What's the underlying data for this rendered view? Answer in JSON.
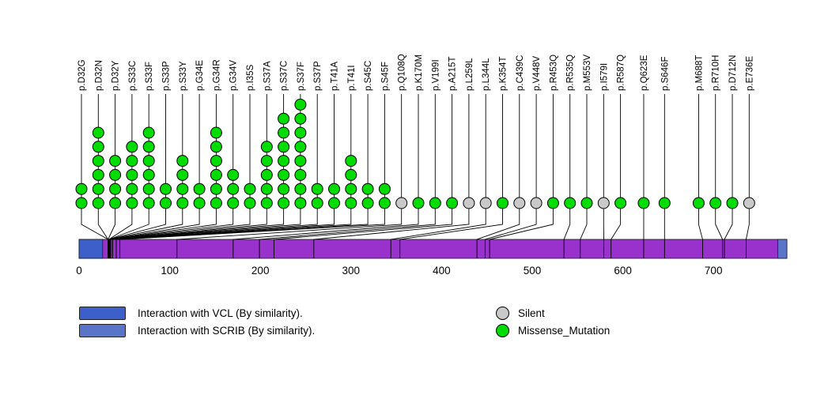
{
  "chart_data": {
    "type": "lollipop",
    "title": "",
    "xlabel": "",
    "protein_length": 781,
    "xlim": [
      0,
      781
    ],
    "xticks": [
      0,
      100,
      200,
      300,
      400,
      500,
      600,
      700
    ],
    "backbone_color": "#9932cc",
    "mutation_colors": {
      "Missense_Mutation": "#00dc00",
      "Silent": "#c9c9c9"
    },
    "legend_types": [
      {
        "label": "Silent",
        "color": "#c9c9c9"
      },
      {
        "label": "Missense_Mutation",
        "color": "#00dc00"
      }
    ],
    "domains": [
      {
        "name": "Interaction with VCL (By similarity).",
        "start": 0,
        "end": 26,
        "color": "#3c5fc9"
      },
      {
        "name": "Interaction with SCRIB (By similarity).",
        "start": 771,
        "end": 781,
        "color": "#5a74c9"
      }
    ],
    "mutations": [
      {
        "label": "p.D32G",
        "pos": 32,
        "count": 2,
        "type": "Missense_Mutation"
      },
      {
        "label": "p.D32N",
        "pos": 32,
        "count": 6,
        "type": "Missense_Mutation"
      },
      {
        "label": "p.D32Y",
        "pos": 32,
        "count": 4,
        "type": "Missense_Mutation"
      },
      {
        "label": "p.S33C",
        "pos": 33,
        "count": 5,
        "type": "Missense_Mutation"
      },
      {
        "label": "p.S33F",
        "pos": 33,
        "count": 6,
        "type": "Missense_Mutation"
      },
      {
        "label": "p.S33P",
        "pos": 33,
        "count": 2,
        "type": "Missense_Mutation"
      },
      {
        "label": "p.S33Y",
        "pos": 33,
        "count": 4,
        "type": "Missense_Mutation"
      },
      {
        "label": "p.G34E",
        "pos": 34,
        "count": 2,
        "type": "Missense_Mutation"
      },
      {
        "label": "p.G34R",
        "pos": 34,
        "count": 6,
        "type": "Missense_Mutation"
      },
      {
        "label": "p.G34V",
        "pos": 34,
        "count": 3,
        "type": "Missense_Mutation"
      },
      {
        "label": "p.I35S",
        "pos": 35,
        "count": 2,
        "type": "Missense_Mutation"
      },
      {
        "label": "p.S37A",
        "pos": 37,
        "count": 5,
        "type": "Missense_Mutation"
      },
      {
        "label": "p.S37C",
        "pos": 37,
        "count": 7,
        "type": "Missense_Mutation"
      },
      {
        "label": "p.S37F",
        "pos": 37,
        "count": 8,
        "type": "Missense_Mutation"
      },
      {
        "label": "p.S37P",
        "pos": 37,
        "count": 2,
        "type": "Missense_Mutation"
      },
      {
        "label": "p.T41A",
        "pos": 41,
        "count": 2,
        "type": "Missense_Mutation"
      },
      {
        "label": "p.T41I",
        "pos": 41,
        "count": 4,
        "type": "Missense_Mutation"
      },
      {
        "label": "p.S45C",
        "pos": 45,
        "count": 2,
        "type": "Missense_Mutation"
      },
      {
        "label": "p.S45F",
        "pos": 45,
        "count": 2,
        "type": "Missense_Mutation"
      },
      {
        "label": "p.Q108Q",
        "pos": 108,
        "count": 1,
        "type": "Silent"
      },
      {
        "label": "p.K170M",
        "pos": 170,
        "count": 1,
        "type": "Missense_Mutation"
      },
      {
        "label": "p.V199I",
        "pos": 199,
        "count": 1,
        "type": "Missense_Mutation"
      },
      {
        "label": "p.A215T",
        "pos": 215,
        "count": 1,
        "type": "Missense_Mutation"
      },
      {
        "label": "p.L259L",
        "pos": 259,
        "count": 1,
        "type": "Silent"
      },
      {
        "label": "p.L344L",
        "pos": 344,
        "count": 1,
        "type": "Silent"
      },
      {
        "label": "p.K354T",
        "pos": 354,
        "count": 1,
        "type": "Missense_Mutation"
      },
      {
        "label": "p.C439C",
        "pos": 439,
        "count": 1,
        "type": "Silent"
      },
      {
        "label": "p.V448V",
        "pos": 448,
        "count": 1,
        "type": "Silent"
      },
      {
        "label": "p.R453Q",
        "pos": 453,
        "count": 1,
        "type": "Missense_Mutation"
      },
      {
        "label": "p.R535Q",
        "pos": 535,
        "count": 1,
        "type": "Missense_Mutation"
      },
      {
        "label": "p.M553V",
        "pos": 553,
        "count": 1,
        "type": "Missense_Mutation"
      },
      {
        "label": "p.I579I",
        "pos": 579,
        "count": 1,
        "type": "Silent"
      },
      {
        "label": "p.R587Q",
        "pos": 587,
        "count": 1,
        "type": "Missense_Mutation"
      },
      {
        "label": "p.Q623E",
        "pos": 623,
        "count": 1,
        "type": "Missense_Mutation"
      },
      {
        "label": "p.S646F",
        "pos": 646,
        "count": 1,
        "type": "Missense_Mutation"
      },
      {
        "label": "p.M688T",
        "pos": 688,
        "count": 1,
        "type": "Missense_Mutation"
      },
      {
        "label": "p.R710H",
        "pos": 710,
        "count": 1,
        "type": "Missense_Mutation"
      },
      {
        "label": "p.D712N",
        "pos": 712,
        "count": 1,
        "type": "Missense_Mutation"
      },
      {
        "label": "p.E736E",
        "pos": 736,
        "count": 1,
        "type": "Silent"
      }
    ]
  }
}
